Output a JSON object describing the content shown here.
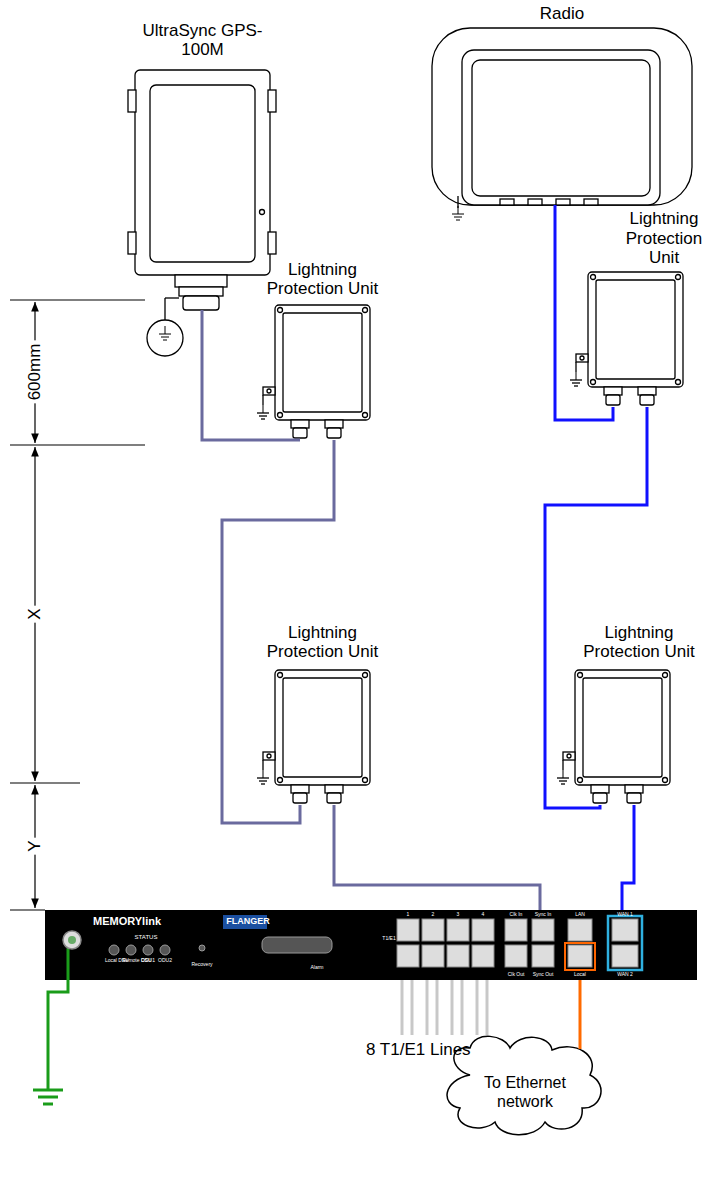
{
  "diagram": {
    "nodes": [
      {
        "text": [
          "UltraSync GPS-100M"
        ]
      },
      {
        "text": [
          "Radio"
        ]
      },
      {
        "text": [
          "Lightning Protection Unit"
        ]
      },
      {
        "text": [
          "Lightning Protection Unit"
        ]
      },
      {
        "text": [
          "Lightning Protection Unit"
        ]
      },
      {
        "text": [
          "Lightning Protection Unit"
        ]
      },
      {
        "text": [
          "MEMORYlink",
          "FLANGER",
          "STATUS",
          "Local DSU",
          "Remote DSU",
          "ODU1",
          "ODU2",
          "Recovery",
          "Alarm",
          "T1/E1",
          "1",
          "2",
          "3",
          "4",
          "Clk In",
          "Sync In",
          "Clk Out",
          "Sync Out",
          "LAN",
          "Local",
          "WAN 1",
          "WAN 2"
        ]
      },
      {
        "text": [
          "To Ethernet network"
        ]
      }
    ],
    "edges": [
      {
        "from": 0,
        "to": 2,
        "arrow": "none"
      },
      {
        "from": 2,
        "to": 4,
        "arrow": "none"
      },
      {
        "from": 4,
        "to": 6,
        "arrow": "none"
      },
      {
        "from": 1,
        "to": 3,
        "arrow": "none"
      },
      {
        "from": 3,
        "to": 5,
        "arrow": "none"
      },
      {
        "from": 5,
        "to": 6,
        "arrow": "none"
      },
      {
        "from": 6,
        "to": 7,
        "arrow": "none"
      }
    ],
    "labels": [
      "600mm",
      "X",
      "Y",
      "8 T1/E1 Lines"
    ]
  }
}
